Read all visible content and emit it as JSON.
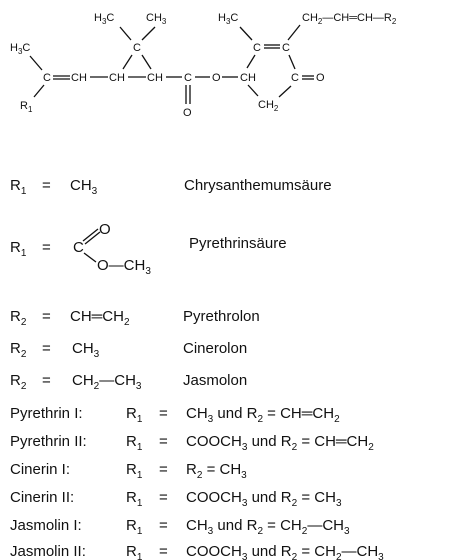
{
  "structure": {
    "atoms": {
      "me1": "H3C",
      "me2": "CH3",
      "c_gem": "C",
      "me3": "H3C",
      "allyl": "CH2—CH═CH—R2",
      "me_left": "H3C",
      "c_left": "C",
      "ch1": "CH",
      "ch2": "CH",
      "ch3": "CH",
      "c_ester": "C",
      "o_ester": "O",
      "o_carbonyl": "O",
      "ring_c1": "C",
      "ring_c2": "C",
      "ring_ch": "CH",
      "ring_ch2": "CH2",
      "ring_c3": "C",
      "ring_o": "O",
      "r1_sub": "R1"
    }
  },
  "acids": [
    {
      "lhs": "R1",
      "rhs": "CH3",
      "name": "Chrysanthemumsäure"
    },
    {
      "lhs": "R1",
      "name": "Pyrethrinsäure",
      "group": {
        "c": "C",
        "o_double": "O",
        "o_single": "O—CH3"
      }
    }
  ],
  "alcohols": [
    {
      "lhs": "R2",
      "rhs": "CH═CH2",
      "name": "Pyrethrolon"
    },
    {
      "lhs": "R2",
      "rhs": "CH3",
      "name": "Cinerolon"
    },
    {
      "lhs": "R2",
      "rhs": "CH2—CH3",
      "name": "Jasmolon"
    }
  ],
  "esters": [
    {
      "name": "Pyrethrin I:",
      "r1": "R1",
      "eq": "=",
      "value": "CH3 und R2 = CH═CH2"
    },
    {
      "name": "Pyrethrin II:",
      "r1": "R1",
      "eq": "=",
      "value": "COOCH3 und R2 = CH═CH2"
    },
    {
      "name": "Cinerin I:",
      "r1": "R1",
      "eq": "=",
      "value": "R2 = CH3"
    },
    {
      "name": "Cinerin II:",
      "r1": "R1",
      "eq": "=",
      "value": "COOCH3 und R2 = CH3"
    },
    {
      "name": "Jasmolin I:",
      "r1": "R1",
      "eq": "=",
      "value": "CH3 und R2 = CH2—CH3"
    },
    {
      "name": "Jasmolin II:",
      "r1": "R1",
      "eq": "=",
      "value": "COOCH3 und R2 = CH2—CH3"
    }
  ]
}
